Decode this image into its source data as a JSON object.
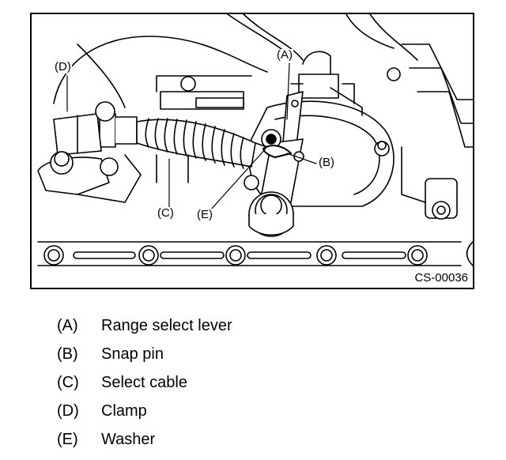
{
  "figure": {
    "code": "CS-00036",
    "callouts": {
      "a": "(A)",
      "b": "(B)",
      "c": "(C)",
      "d": "(D)",
      "e": "(E)"
    }
  },
  "legend": [
    {
      "key": "(A)",
      "label": "Range select lever"
    },
    {
      "key": "(B)",
      "label": "Snap pin"
    },
    {
      "key": "(C)",
      "label": "Select cable"
    },
    {
      "key": "(D)",
      "label": "Clamp"
    },
    {
      "key": "(E)",
      "label": "Washer"
    }
  ]
}
